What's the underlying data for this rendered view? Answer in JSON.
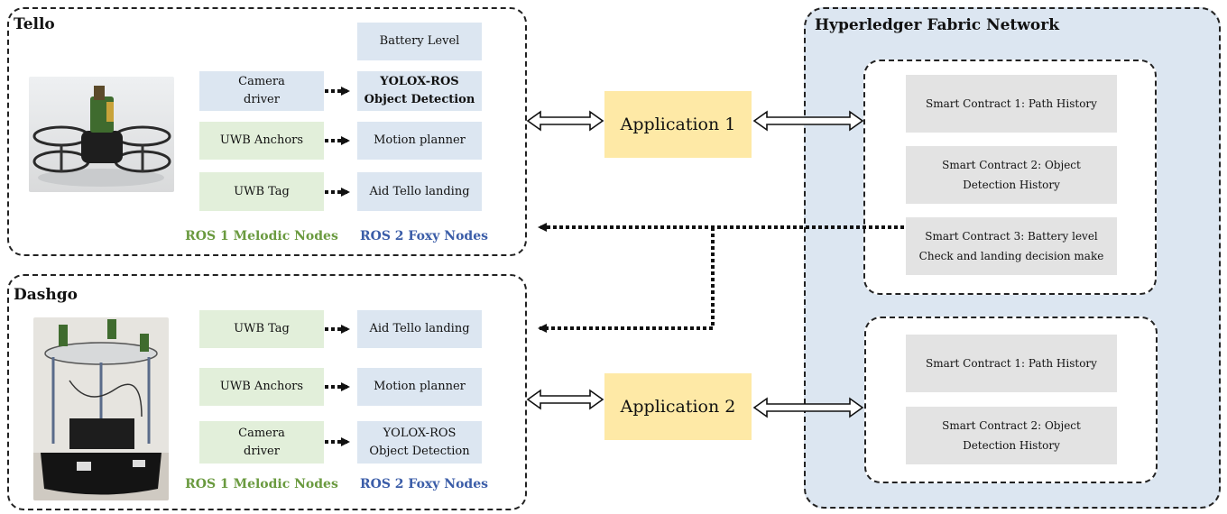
{
  "tello": {
    "title": "Tello",
    "ros2_nodes": [
      "Battery Level",
      "YOLOX-ROS\nObject Detection",
      "Motion planner",
      "Aid Tello landing"
    ],
    "ros1_nodes": [
      "Camera\ndriver",
      "UWB Anchors",
      "UWB Tag"
    ],
    "ros1_label": "ROS 1 Melodic Nodes",
    "ros2_label": "ROS 2 Foxy Nodes"
  },
  "dashgo": {
    "title": "Dashgo",
    "ros1_nodes": [
      "UWB Tag",
      "UWB Anchors",
      "Camera\ndriver"
    ],
    "ros2_nodes": [
      "Aid Tello landing",
      "Motion planner",
      "YOLOX-ROS\nObject Detection"
    ],
    "ros1_label": "ROS 1 Melodic Nodes",
    "ros2_label": "ROS 2 Foxy Nodes"
  },
  "applications": [
    "Application 1",
    "Application 2"
  ],
  "fabric": {
    "title": "Hyperledger Fabric Network",
    "group1": [
      "Smart Contract 1: Path History",
      "Smart Contract 2: Object\nDetection History",
      "Smart Contract 3: Battery level\nCheck and landing decision make"
    ],
    "group2": [
      "Smart Contract 1: Path History",
      "Smart Contract 2: Object\nDetection History"
    ]
  },
  "colors": {
    "ros2_fill": "#dce6f1",
    "ros1_fill": "#e2efda",
    "app_fill": "#fee9a6",
    "fabric_fill": "#dce6f1",
    "contract_fill": "#e3e3e3",
    "ros1_text": "#6a9a3f",
    "ros2_text": "#3b5da8"
  }
}
